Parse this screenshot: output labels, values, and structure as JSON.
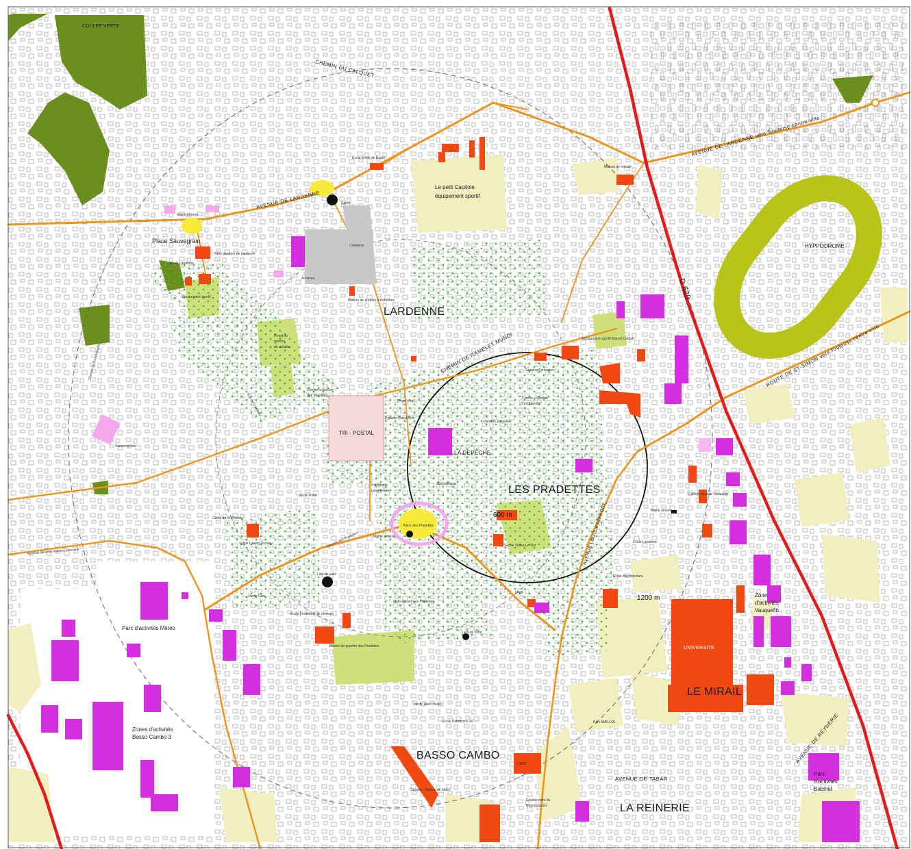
{
  "colors": {
    "background": "#ffffff",
    "frame": "#555555",
    "buildings": "#9a9a9a",
    "main_road": "#e8961e",
    "highway": "#e21b1b",
    "park_dark": "#6a8f1f",
    "green_space": "#cfe07a",
    "open_space": "#f1eec0",
    "trees": "#3bbd2b",
    "public_equipment": "#f04a12",
    "activity_zone": "#d42ee0",
    "plaza": "#f7ea3a",
    "hippodrome": "#b9c41a",
    "radius_ring": "#333333"
  },
  "map": {
    "districts": [
      {
        "key": "lardenne",
        "label": "LARDENNE"
      },
      {
        "key": "pradettes",
        "label": "LES PRADETTES"
      },
      {
        "key": "basso",
        "label": "BASSO CAMBO"
      },
      {
        "key": "reinerie",
        "label": "LA REINERIE"
      },
      {
        "key": "mirail",
        "label": "LE MIRAIL"
      }
    ],
    "places": [
      {
        "key": "coulee",
        "label": "COULEE VERTE"
      },
      {
        "key": "sauvegrain",
        "label": "Place Sauvegrain"
      },
      {
        "key": "capitole1",
        "label": "Le petit Capitole"
      },
      {
        "key": "capitole2",
        "label": "équipement sportif"
      },
      {
        "key": "hippodrome",
        "label": "HYPPODROME"
      },
      {
        "key": "tripostal",
        "label": "TRI - POSTAL"
      },
      {
        "key": "depeche",
        "label": "LA DEPECHE"
      },
      {
        "key": "meteo",
        "label": "Parc d'activités Météo"
      },
      {
        "key": "zones1",
        "label": "Zones d'activités"
      },
      {
        "key": "zones2",
        "label": "Basso Cambo 3"
      },
      {
        "key": "vauq1",
        "label": "Zone"
      },
      {
        "key": "vauq2",
        "label": "d'activités"
      },
      {
        "key": "vauq3",
        "label": "Vauquelin"
      },
      {
        "key": "univ",
        "label": "UNIVERSITE"
      },
      {
        "key": "babinet1",
        "label": "Parc"
      },
      {
        "key": "babinet2",
        "label": "d'activités"
      },
      {
        "key": "babinet3",
        "label": "Babinet"
      }
    ],
    "streets": [
      {
        "key": "calquet",
        "label": "CHEMIN DU CALQUET"
      },
      {
        "key": "lardenne_av",
        "label": "AVENUE DE LARDENNE"
      },
      {
        "key": "lardenne_tls",
        "label": "AVENUE DE LARDENNE  vers Toulouse centre-ville"
      },
      {
        "key": "ramelet",
        "label": "CHEMIN DE RAMELET MUNDI"
      },
      {
        "key": "stsimon",
        "label": "ROUTE DE ST-SIMON  vers Toulouse centre-ville"
      },
      {
        "key": "d620",
        "label": "D 620"
      },
      {
        "key": "tabar",
        "label": "AVENUE DE TABAR"
      },
      {
        "key": "reynerie",
        "label": "AVENUE DE REYNERIE"
      },
      {
        "key": "grandsud",
        "label": "AVENUE LOUIS BAZERQUE"
      }
    ],
    "pois": [
      {
        "key": "emile_rodel",
        "label": "Ecole Emile de Rodel"
      },
      {
        "key": "maison_retraite",
        "label": "Maison de retraite"
      },
      {
        "key": "mairie_annexe",
        "label": "Mairie annexe"
      },
      {
        "key": "eglise",
        "label": "Eglise"
      },
      {
        "key": "ecole_lardenne",
        "label": "Ecole Lardenne"
      },
      {
        "key": "halte_garderie",
        "label": "Halte garderie de Lardenne"
      },
      {
        "key": "equip_sportif",
        "label": "Equipement sportif"
      },
      {
        "key": "cimetiere",
        "label": "Cimetière"
      },
      {
        "key": "archives",
        "label": "Archives"
      },
      {
        "key": "maison_quartier_lardenne",
        "label": "Maison de quartier d'Ardennes"
      },
      {
        "key": "projet_retraite1",
        "label": "Projet de"
      },
      {
        "key": "projet_retraite2",
        "label": "maison"
      },
      {
        "key": "projet_retraite3",
        "label": "de retraite"
      },
      {
        "key": "creche_vitarelles1",
        "label": "Crèche collective"
      },
      {
        "key": "creche_vitarelles2",
        "label": "des Vitarelles"
      },
      {
        "key": "equip_cerdan",
        "label": "Equipement sportif Marcel Cerdan"
      },
      {
        "key": "capsere",
        "label": "Capsère Formation"
      },
      {
        "key": "creche_pradettes1",
        "label": "Crèche collective"
      },
      {
        "key": "creche_pradettes2",
        "label": "Les Bastiers"
      },
      {
        "key": "parcelle_estivelle",
        "label": "Parcelle Estivelle"
      },
      {
        "key": "projet_vinci",
        "label": "Projet Vinci"
      },
      {
        "key": "panade",
        "label": "Panade Ouest Noir"
      },
      {
        "key": "bibliotheque",
        "label": "Bibliothèque"
      },
      {
        "key": "patrimoine1",
        "label": "Patrimoine"
      },
      {
        "key": "patrimoine2",
        "label": "Langdocien"
      },
      {
        "key": "jardin_potie",
        "label": "Jardin Potié"
      },
      {
        "key": "canal_st_martory",
        "label": "Canal de St-Martory"
      },
      {
        "key": "ecole_cassin",
        "label": "Ecole Cassin Dupouy"
      },
      {
        "key": "place_pradettes",
        "label": "Place des Pradettes"
      },
      {
        "key": "mairie_annexe2",
        "label": "Mairie annexe"
      },
      {
        "key": "lieu_culte1",
        "label": "Lieu de culte"
      },
      {
        "key": "lieu_culte2",
        "label": "Lieu de culte"
      },
      {
        "key": "jardin_clos",
        "label": "Jardin Clos"
      },
      {
        "key": "ecole_lardenne2",
        "label": "Ecole Lardenne"
      },
      {
        "key": "marie_annexe3",
        "label": "Mairie annexe"
      },
      {
        "key": "ecole_viollet",
        "label": "Ecole Viollet-Le-Duc"
      },
      {
        "key": "multi_accueil",
        "label": "Multi-accueil Les Pradettes"
      },
      {
        "key": "ecole_ferdinand",
        "label": "Ecole Ferdinand de Lesseps"
      },
      {
        "key": "maison_quartier_pradettes",
        "label": "Maison de quartier des Pradettes"
      },
      {
        "key": "college_vauquelin",
        "label": "Collège Nicolas Vauquelin"
      },
      {
        "key": "ecole_architecture",
        "label": "Ecole d'architecture"
      },
      {
        "key": "supermarche",
        "label": "Supermarché"
      },
      {
        "key": "jardin_alex",
        "label": "Jardin Alex Coutet"
      },
      {
        "key": "ecole_patrimoine",
        "label": "Ecole Patrimoine 40"
      },
      {
        "key": "parc_maillol",
        "label": "Parc MAILLOL"
      },
      {
        "key": "cnrs",
        "label": "CNRS"
      },
      {
        "key": "campus_metro",
        "label": "Campus - Station de Métro"
      },
      {
        "key": "coulee_negogousses1",
        "label": "Coulée verte du"
      },
      {
        "key": "coulee_negogousses2",
        "label": "Negogousses"
      },
      {
        "key": "cinq_ov",
        "label": "ONG"
      },
      {
        "key": "chemin_tournefeuille",
        "label": "Chemin de Tournefeuille"
      },
      {
        "key": "av_marcel_dassault",
        "label": "Avenue Général Maurice Dassault"
      },
      {
        "key": "rue_de_metro",
        "label": "Rue de l'Ormeau"
      },
      {
        "key": "chemin_pradettes",
        "label": "Chemin des Pradettes"
      }
    ],
    "distances": [
      {
        "key": "r600",
        "label": "600 m"
      },
      {
        "key": "r1200",
        "label": "1200 m"
      }
    ]
  }
}
